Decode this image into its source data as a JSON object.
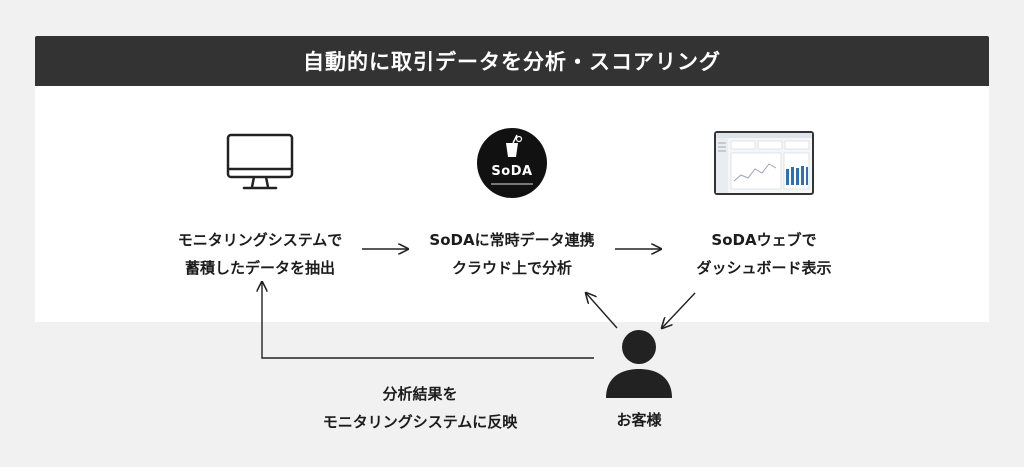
{
  "header": {
    "title": "自動的に取引データを分析・スコアリング"
  },
  "steps": [
    {
      "line1": "モニタリングシステムで",
      "line2": "蓄積したデータを抽出",
      "icon": "monitor-icon"
    },
    {
      "line1": "SoDAに常時データ連携",
      "line2": "クラウド上で分析",
      "icon": "soda-logo"
    },
    {
      "line1": "SoDAウェブで",
      "line2": "ダッシュボード表示",
      "icon": "dashboard-screenshot"
    }
  ],
  "logo": {
    "text": "SoDA"
  },
  "customer": {
    "label": "お客様",
    "icon": "person-icon"
  },
  "feedback": {
    "line1": "分析結果を",
    "line2": "モニタリングシステムに反映"
  },
  "colors": {
    "header_bg": "#333333",
    "panel_bg": "#ffffff",
    "page_bg": "#f1f1f1",
    "chart_blue": "#2f6fb5"
  }
}
